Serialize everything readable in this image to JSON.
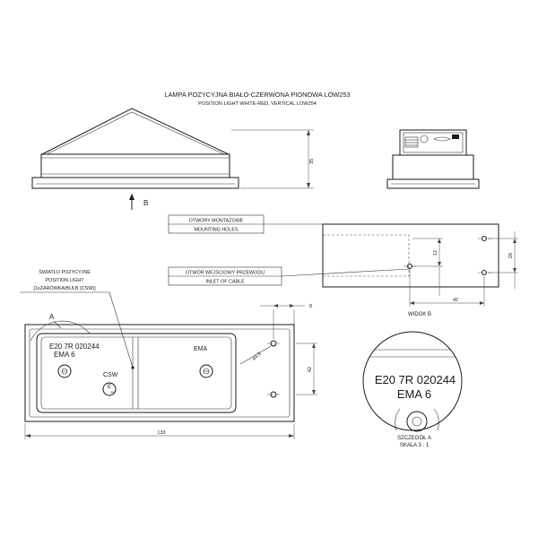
{
  "title": {
    "pl": "LAMPA POZYCYJNA BIAŁO-CZERWONA PIONOWA LOW253",
    "en": "POSITION LIGHT WHITE-RED, VERTICAL LOW254"
  },
  "view_arrow_label": "B",
  "dimensions": {
    "height": "35",
    "mount_vertical": "12",
    "mount_spacing_vertical": "26",
    "mount_spacing_horizontal": "42",
    "inset": "8",
    "body_height": "42",
    "hole_diameter": "⌀3.5",
    "overall_length": "133"
  },
  "callouts": {
    "mounting_holes": {
      "pl": "OTWORY MONTAŻOWE",
      "en": "MOUNTING HOLES"
    },
    "cable_inlet": {
      "pl": "OTWÓR WEJŚCIOWY PRZEWODU",
      "en": "INLET OF CABLE"
    },
    "view_b": "WIDOK B",
    "position_light": {
      "line1": "ŚWIATŁO POZYCYJNE",
      "line2": "POSITION LIGHT",
      "line3": "[1xŻARÓWKA/BULB (CSW)]"
    }
  },
  "markings": {
    "approval": "E20 7R 020244",
    "ema": "EMA 6",
    "ema_logo": "EMA",
    "csw": "CSW",
    "e_mark": "E",
    "e_mark_number": "20"
  },
  "detail": {
    "marker": "A",
    "label": "SZCZEGÓŁ A",
    "scale": "SKALA 3 : 1"
  }
}
